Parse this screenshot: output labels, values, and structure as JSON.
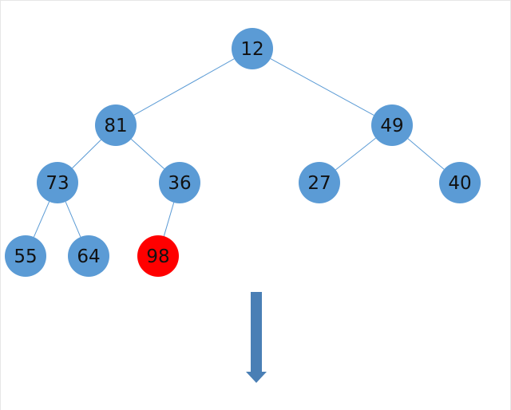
{
  "tree": {
    "nodes": [
      {
        "id": "n12",
        "label": "12",
        "highlighted": false
      },
      {
        "id": "n81",
        "label": "81",
        "highlighted": false
      },
      {
        "id": "n49",
        "label": "49",
        "highlighted": false
      },
      {
        "id": "n73",
        "label": "73",
        "highlighted": false
      },
      {
        "id": "n36",
        "label": "36",
        "highlighted": false
      },
      {
        "id": "n27",
        "label": "27",
        "highlighted": false
      },
      {
        "id": "n40",
        "label": "40",
        "highlighted": false
      },
      {
        "id": "n55",
        "label": "55",
        "highlighted": false
      },
      {
        "id": "n64",
        "label": "64",
        "highlighted": false
      },
      {
        "id": "n98",
        "label": "98",
        "highlighted": true
      }
    ],
    "edges": [
      {
        "from": "n12",
        "to": "n81"
      },
      {
        "from": "n12",
        "to": "n49"
      },
      {
        "from": "n81",
        "to": "n73"
      },
      {
        "from": "n81",
        "to": "n36"
      },
      {
        "from": "n49",
        "to": "n27"
      },
      {
        "from": "n49",
        "to": "n40"
      },
      {
        "from": "n73",
        "to": "n55"
      },
      {
        "from": "n73",
        "to": "n64"
      },
      {
        "from": "n36",
        "to": "n98"
      }
    ]
  },
  "colors": {
    "node_fill": "#5b9bd5",
    "highlight_fill": "#ff0000",
    "edge": "#5b9bd5",
    "arrow": "#4a7fb5"
  },
  "arrow_icon": "down-arrow-icon"
}
